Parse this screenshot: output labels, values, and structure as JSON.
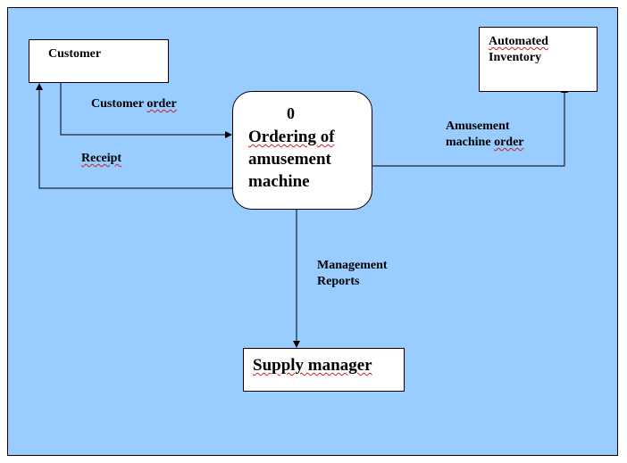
{
  "entities": {
    "customer": "Customer",
    "inventory": {
      "line1": "Automated",
      "line2": "Inventory"
    },
    "supply_manager": "Supply manager"
  },
  "process": {
    "number": "0",
    "name_line1": "Ordering of",
    "name_line2": "amusement",
    "name_line3": "machine"
  },
  "flows": {
    "customer_order": {
      "word1": "Customer",
      "word2": "order"
    },
    "receipt": "Receipt",
    "amusement_machine_order": {
      "line1": "Amusement",
      "line2_word1": "machine",
      "line2_word2": "order"
    },
    "management_reports": {
      "line1": "Management",
      "line2": "Reports"
    }
  },
  "colors": {
    "background": "#99ccff",
    "box_fill": "#ffffff",
    "line": "#000000",
    "spellcheck_underline": "#d02020"
  }
}
